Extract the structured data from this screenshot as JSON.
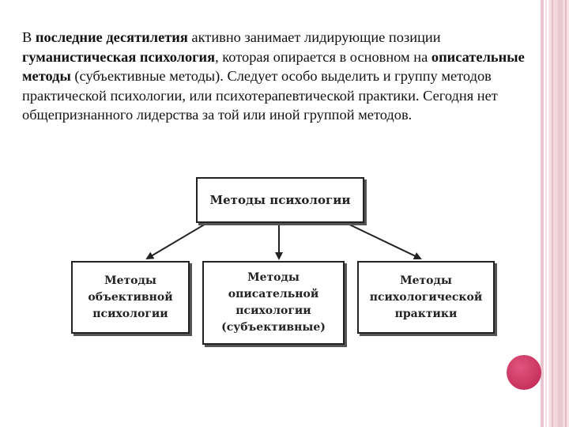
{
  "paragraph": {
    "t1": "В ",
    "b1": "последние десятилетия",
    "t2": " активно занимает лидирующие позиции ",
    "b2": "гуманистическая психология",
    "t3": ", которая опирается в основном на ",
    "b3": "описательные методы",
    "t4": " (субъективные методы). Следует особо выделить и группу методов практической психологии, или психотерапевтической практики. Сегодня нет общепризнанного лидерства за той или иной группой методов."
  },
  "diagram": {
    "root": "Методы психологии",
    "children": [
      "Методы\nобъективной\nпсихологии",
      "Методы\nописательной\nпсихологии\n(субъективные)",
      "Методы\nпсихологической\nпрактики"
    ]
  },
  "colors": {
    "accent": "#c8325e",
    "border_pink": "#efd1d9"
  }
}
